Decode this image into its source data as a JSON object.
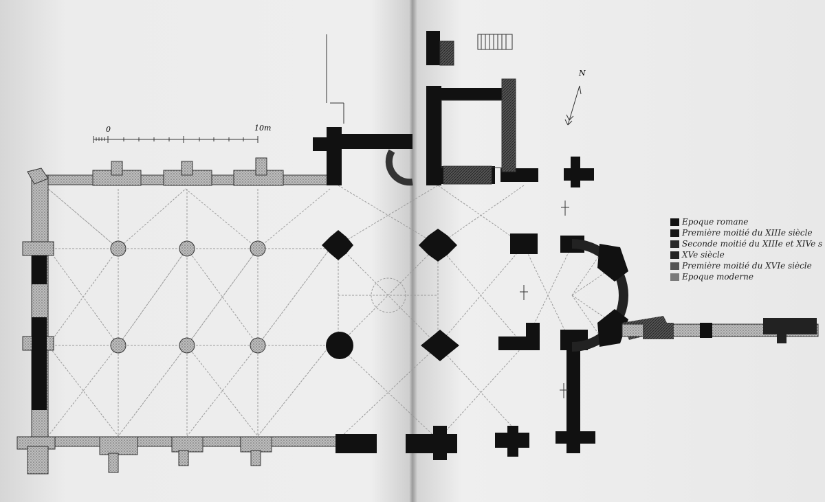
{
  "scale": {
    "start_label": "0",
    "end_label": "10m"
  },
  "north_label": "N",
  "legend": [
    {
      "label": "Epoque romane",
      "color": "#111111"
    },
    {
      "label": "Première moitié du XIIIe siècle",
      "color": "#161616"
    },
    {
      "label": "Seconde moitié du XIIIe et XIVe s",
      "color": "#2a2a2a"
    },
    {
      "label": "XVe siècle",
      "color": "#222222"
    },
    {
      "label": "Première moitié du XVIe siècle",
      "color": "#555555"
    },
    {
      "label": "Epoque moderne",
      "color": "#7a7a7a"
    }
  ]
}
